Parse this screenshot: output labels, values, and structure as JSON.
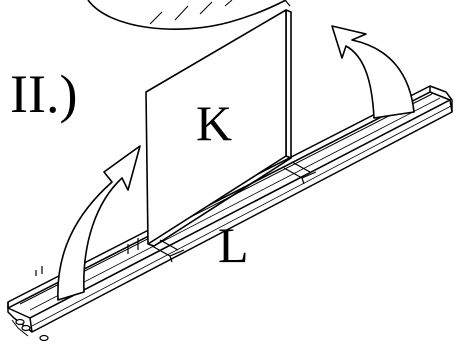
{
  "step": {
    "label": "II.)"
  },
  "parts": {
    "panel_label": "K",
    "rail_label": "L"
  },
  "colors": {
    "line": "#000000",
    "background": "#ffffff",
    "arrow_fill": "#ffffff"
  },
  "icons": {
    "left_arrow": "curved-up-arrow-icon",
    "right_arrow": "curved-up-arrow-icon",
    "detail_callout": "magnified-detail-circle"
  }
}
